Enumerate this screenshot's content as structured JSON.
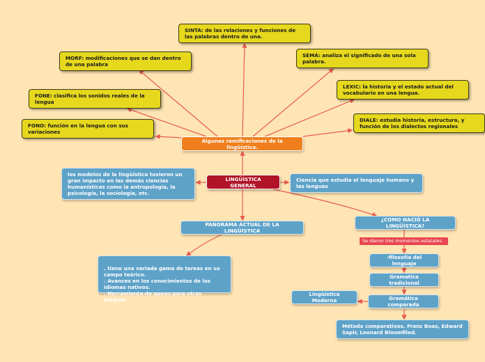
{
  "colors": {
    "background": "#ffe5b4",
    "edge": "#e85a50",
    "yellow_node": "#e6d81d",
    "blue_node": "#5ea2c8",
    "orange_node": "#ef7f1d",
    "root_node": "#b11328"
  },
  "root": "LINGÜÍSTICA GENERAL",
  "ramificaciones": {
    "title": "Algunas ramificaciones de la lingüística.",
    "items": {
      "sinta": "SINTA: de las relaciones y funciones de las palabras dentro de una.",
      "morf": "MORF: modificaciones que se dan dentro de una palabra",
      "sema": "SEMÁ: analiza el significado de una sola palabra.",
      "fone": "FONE: clasifica los sonidos reales de la lengua",
      "lexic": "LEXIC: la historia y el estado actual del vocabulario en una lengua.",
      "fono": "FONO: función en la lengua con sus variaciones",
      "diale": "DIALE: estudia historia, estructura, y función de los dialectos regionales"
    }
  },
  "modelos": "los modelos de la lingüística tuvieron un gran impacto en las demás ciencias humanísticas como la antropología, la psicología, la sociología, etc.",
  "definicion": "Ciencia que estudia el lenguaje humano y las lenguas",
  "panorama": {
    "title": "PANORAMA ACTUAL DE LA LINGÜÍSTICA",
    "detail": ". tiene una variada gama de tareas en su campo teórico.\n. Avances en los conocimientos de los idiomas nativos.\n. Herramienta de apoyo para otras lenguas"
  },
  "origen": {
    "title": "¿COMO NACIÓ LA LINGÜÍSTICA?",
    "note": "Se dieron tres momentos estatales.",
    "filosofia": "-filosofía del lenguaje",
    "tradicional": "Gramatica tradicional",
    "comparada": "Gramática comparada",
    "moderna": "Lingüística Moderna",
    "metodo": "Método comparativos. Franz  Boas, Edward Sapir, Leonard Bloomfiled."
  }
}
